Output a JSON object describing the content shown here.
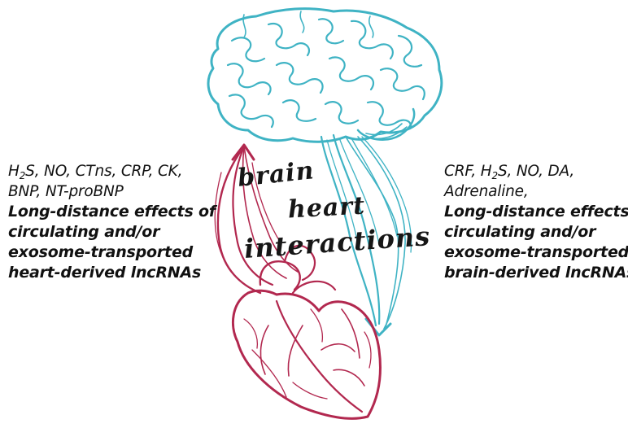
{
  "center_title": {
    "line1": "brain",
    "line2": "heart",
    "line3": "interactions"
  },
  "left": {
    "line1_a": "H",
    "line1_sub": "2",
    "line1_b": "S, NO, CTns, CRP, CK,",
    "line2": "BNP, NT-proBNP",
    "bold_lines": [
      "Long-distance effects of",
      "circulating and/or",
      "exosome-transported",
      "heart-derived lncRNAs"
    ]
  },
  "right": {
    "line1_a": "CRF, H",
    "line1_sub": "2",
    "line1_b": "S, NO, DA,",
    "line2": "Adrenaline,",
    "bold_lines": [
      "Long-distance effects of",
      "circulating and/or",
      "exosome-transported",
      "brain-derived lncRNAs"
    ]
  },
  "colors": {
    "brain": "#3fb3c4",
    "heart": "#b2284f",
    "text": "#111111"
  },
  "icons": {
    "brain": "brain-illustration",
    "heart": "heart-illustration"
  }
}
